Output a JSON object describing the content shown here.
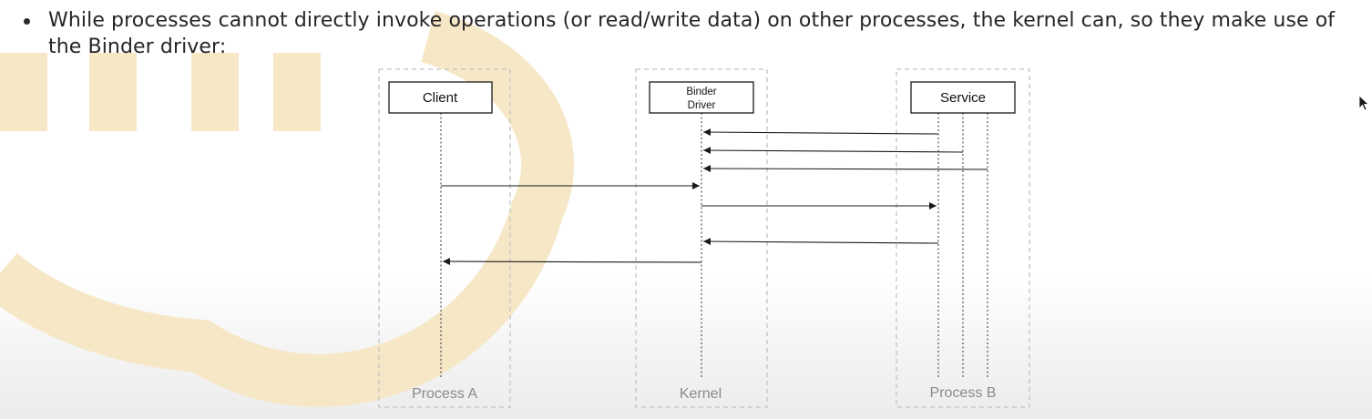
{
  "bullet": {
    "text": "While processes cannot directly invoke operations (or read/write data) on other processes, the kernel can, so they make use of the Binder driver:"
  },
  "diagram": {
    "participants": [
      {
        "name": "Client",
        "region": "Process A"
      },
      {
        "name": "Binder Driver",
        "region": "Kernel"
      },
      {
        "name": "Service",
        "region": "Process B"
      }
    ],
    "binder_label_line1": "Binder",
    "binder_label_line2": "Driver"
  },
  "colors": {
    "watermark": "#f6e7c6",
    "text": "#262626",
    "region_label": "#8a8a8a",
    "region_border": "#c4c4c4"
  }
}
